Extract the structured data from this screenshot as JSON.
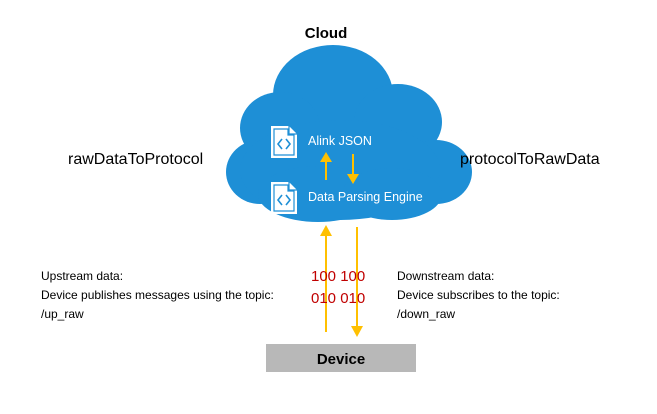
{
  "title": "Cloud",
  "left_label": "rawDataToProtocol",
  "right_label": "protocolToRawData",
  "cloud": {
    "alink_label": "Alink JSON",
    "engine_label": "Data Parsing Engine",
    "color": "#1e8fd6"
  },
  "upstream": {
    "line1": "Upstream data:",
    "line2": "Device publishes messages using the topic:",
    "line3": "/up_raw"
  },
  "downstream": {
    "line1": "Downstream data:",
    "line2": "Device subscribes to the topic:",
    "line3": "/down_raw"
  },
  "bits": {
    "row1": "100 100",
    "row2": "010 010",
    "color": "#c00000"
  },
  "device": {
    "label": "Device",
    "color": "#b8b8b8"
  },
  "arrow_color": "#ffc000",
  "icons": [
    "code-file-icon",
    "code-file-icon"
  ]
}
